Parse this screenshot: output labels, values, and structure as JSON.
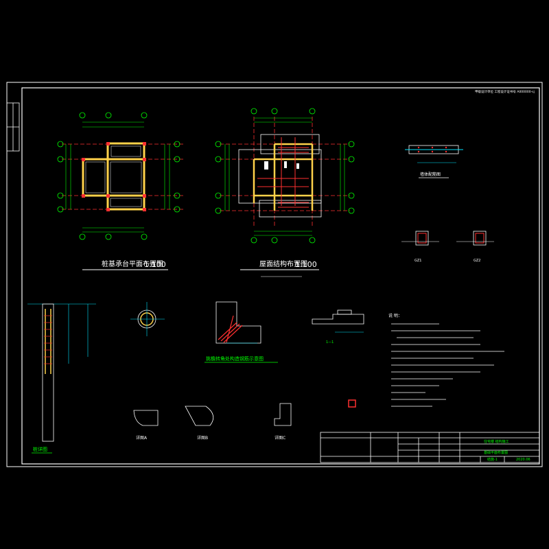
{
  "drawing": {
    "plan_left_title": "桩基承台平面布置图",
    "plan_left_scale": "1:100",
    "plan_right_title": "屋面结构布置图",
    "plan_right_scale": "1:100",
    "detail_pile_title": "桩详图",
    "detail_corner_title": "挑檐转角处构造钢筋示意图",
    "detail_right_title": "墙体配筋图",
    "notes_heading": "说 明：",
    "detail_labels": [
      "详图A",
      "详图B",
      "详图C"
    ],
    "column_labels": [
      "GZ1",
      "GZ2"
    ],
    "section_label": "1—1"
  },
  "title_block": {
    "top_right": "甲级设计单位    工程设计证书号 A000000-sj",
    "project": "住宅楼 结构施工",
    "sheet_title": "基础平面布置图",
    "date": "2020.06",
    "sheet_no": "结施-1"
  },
  "colors": {
    "background": "#000000",
    "frame": "#ffffff",
    "axis": "#00ff00",
    "beam": "#ffd24a",
    "rebar": "#ff3030",
    "dim": "#00e5ff",
    "text": "#ffffff"
  }
}
